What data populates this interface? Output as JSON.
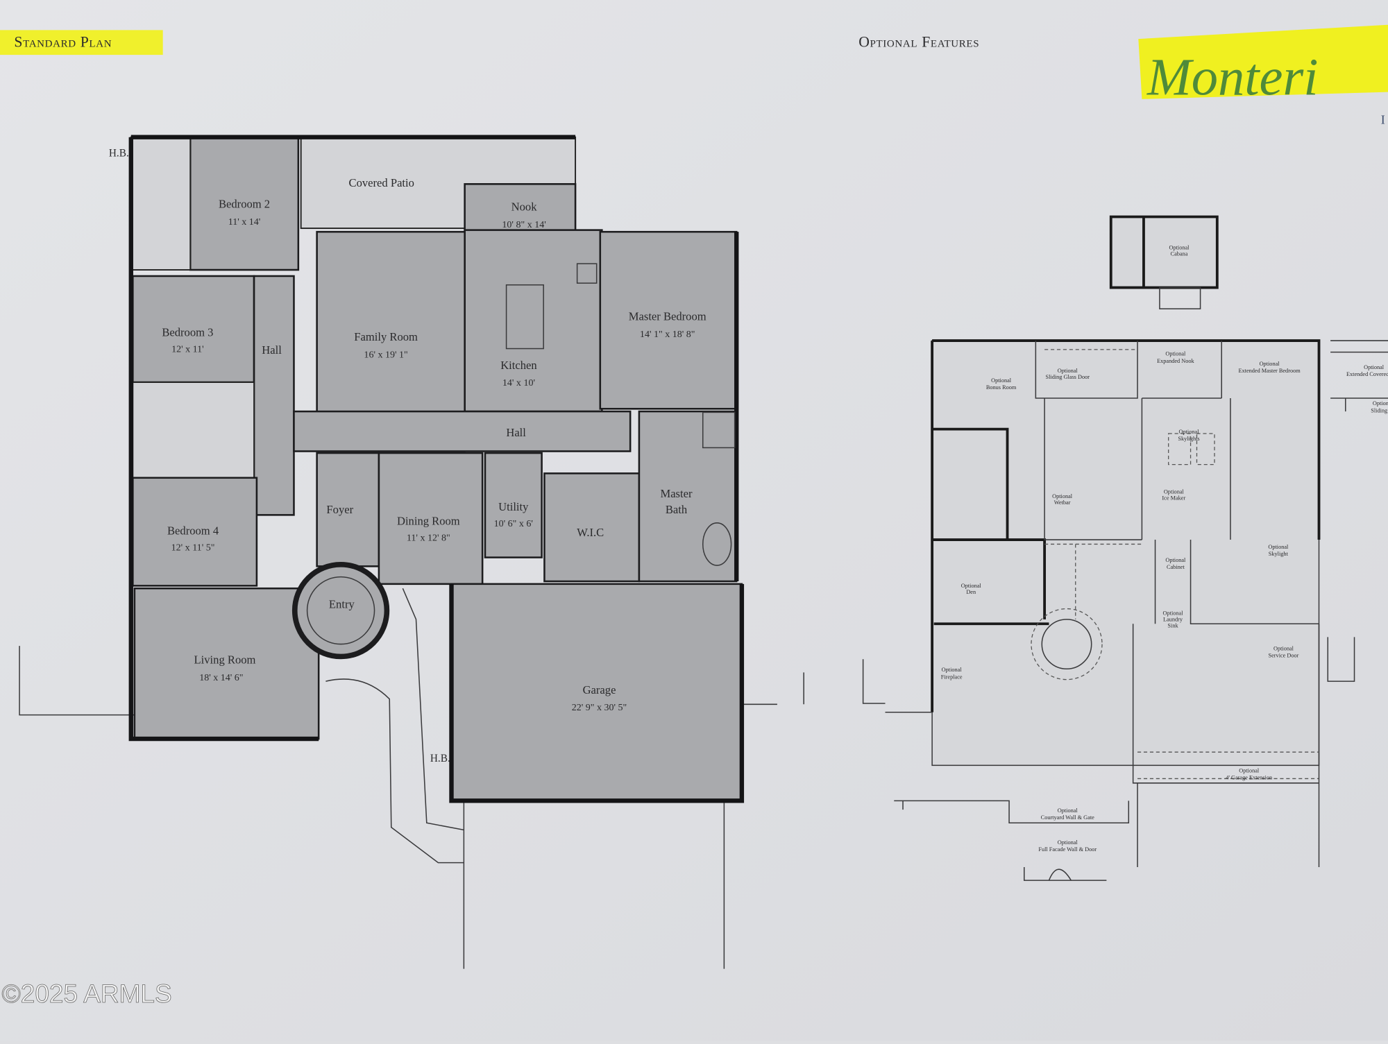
{
  "header": {
    "left_title": "Standard Plan",
    "center_title": "Optional Features",
    "logo_text": "Monteri",
    "logo_sub": "I",
    "highlight_color": "#f2f20a",
    "logo_color": "#4f8a3a"
  },
  "standard_plan": {
    "hose_bib_1": "H.B.",
    "hose_bib_2": "H.B.",
    "rooms": {
      "bedroom2": {
        "name": "Bedroom 2",
        "dims": "11' x 14'"
      },
      "covered_patio": {
        "name": "Covered Patio"
      },
      "nook": {
        "name": "Nook",
        "dims": "10' 8\" x 14'"
      },
      "family_room": {
        "name": "Family Room",
        "dims": "16' x 19' 1\""
      },
      "master_bedroom": {
        "name": "Master Bedroom",
        "dims": "14' 1\" x 18' 8\""
      },
      "bedroom3": {
        "name": "Bedroom 3",
        "dims": "12' x 11'"
      },
      "hall_left": {
        "name": "Hall"
      },
      "kitchen": {
        "name": "Kitchen",
        "dims": "14' x 10'"
      },
      "hall_center": {
        "name": "Hall"
      },
      "foyer": {
        "name": "Foyer"
      },
      "dining_room": {
        "name": "Dining Room",
        "dims": "11' x 12' 8\""
      },
      "utility": {
        "name": "Utility",
        "dims": "10' 6\" x 6'"
      },
      "wic": {
        "name": "W.I.C"
      },
      "master_bath": {
        "name": "Master",
        "name2": "Bath"
      },
      "bedroom4": {
        "name": "Bedroom 4",
        "dims": "12' x 11' 5\""
      },
      "entry": {
        "name": "Entry"
      },
      "living_room": {
        "name": "Living Room",
        "dims": "18' x 14' 6\""
      },
      "garage": {
        "name": "Garage",
        "dims": "22' 9\" x 30' 5\""
      }
    }
  },
  "optional_features": {
    "cabana": [
      "Optional",
      "Cabana"
    ],
    "bonus_room": [
      "Optional",
      "Bonus Room"
    ],
    "sliding_glass_door": [
      "Optional",
      "Sliding Glass Door"
    ],
    "expanded_nook": [
      "Optional",
      "Expanded Nook"
    ],
    "extended_master": [
      "Optional",
      "Extended Master Bedroom"
    ],
    "extended_covered": [
      "Optional",
      "Extended Covered"
    ],
    "sliding": [
      "Optional",
      "Sliding"
    ],
    "skylights": [
      "Optional",
      "Skylights"
    ],
    "wetbar": [
      "Optional",
      "Wetbar"
    ],
    "ice_maker": [
      "Optional",
      "Ice Maker"
    ],
    "cabinet": [
      "Optional",
      "Cabinet"
    ],
    "skylight": [
      "Optional",
      "Skylight"
    ],
    "den": [
      "Optional",
      "Den"
    ],
    "laundry_sink": [
      "Optional",
      "Laundry",
      "Sink"
    ],
    "fireplace": [
      "Optional",
      "Fireplace"
    ],
    "service_door": [
      "Optional",
      "Service Door"
    ],
    "garage_extension": [
      "Optional",
      "4' Garage Extension"
    ],
    "courtyard_wall": [
      "Optional",
      "Courtyard Wall & Gate"
    ],
    "facade_wall": [
      "Optional",
      "Full Facade Wall & Door"
    ]
  },
  "watermark": "©2025 ARMLS"
}
